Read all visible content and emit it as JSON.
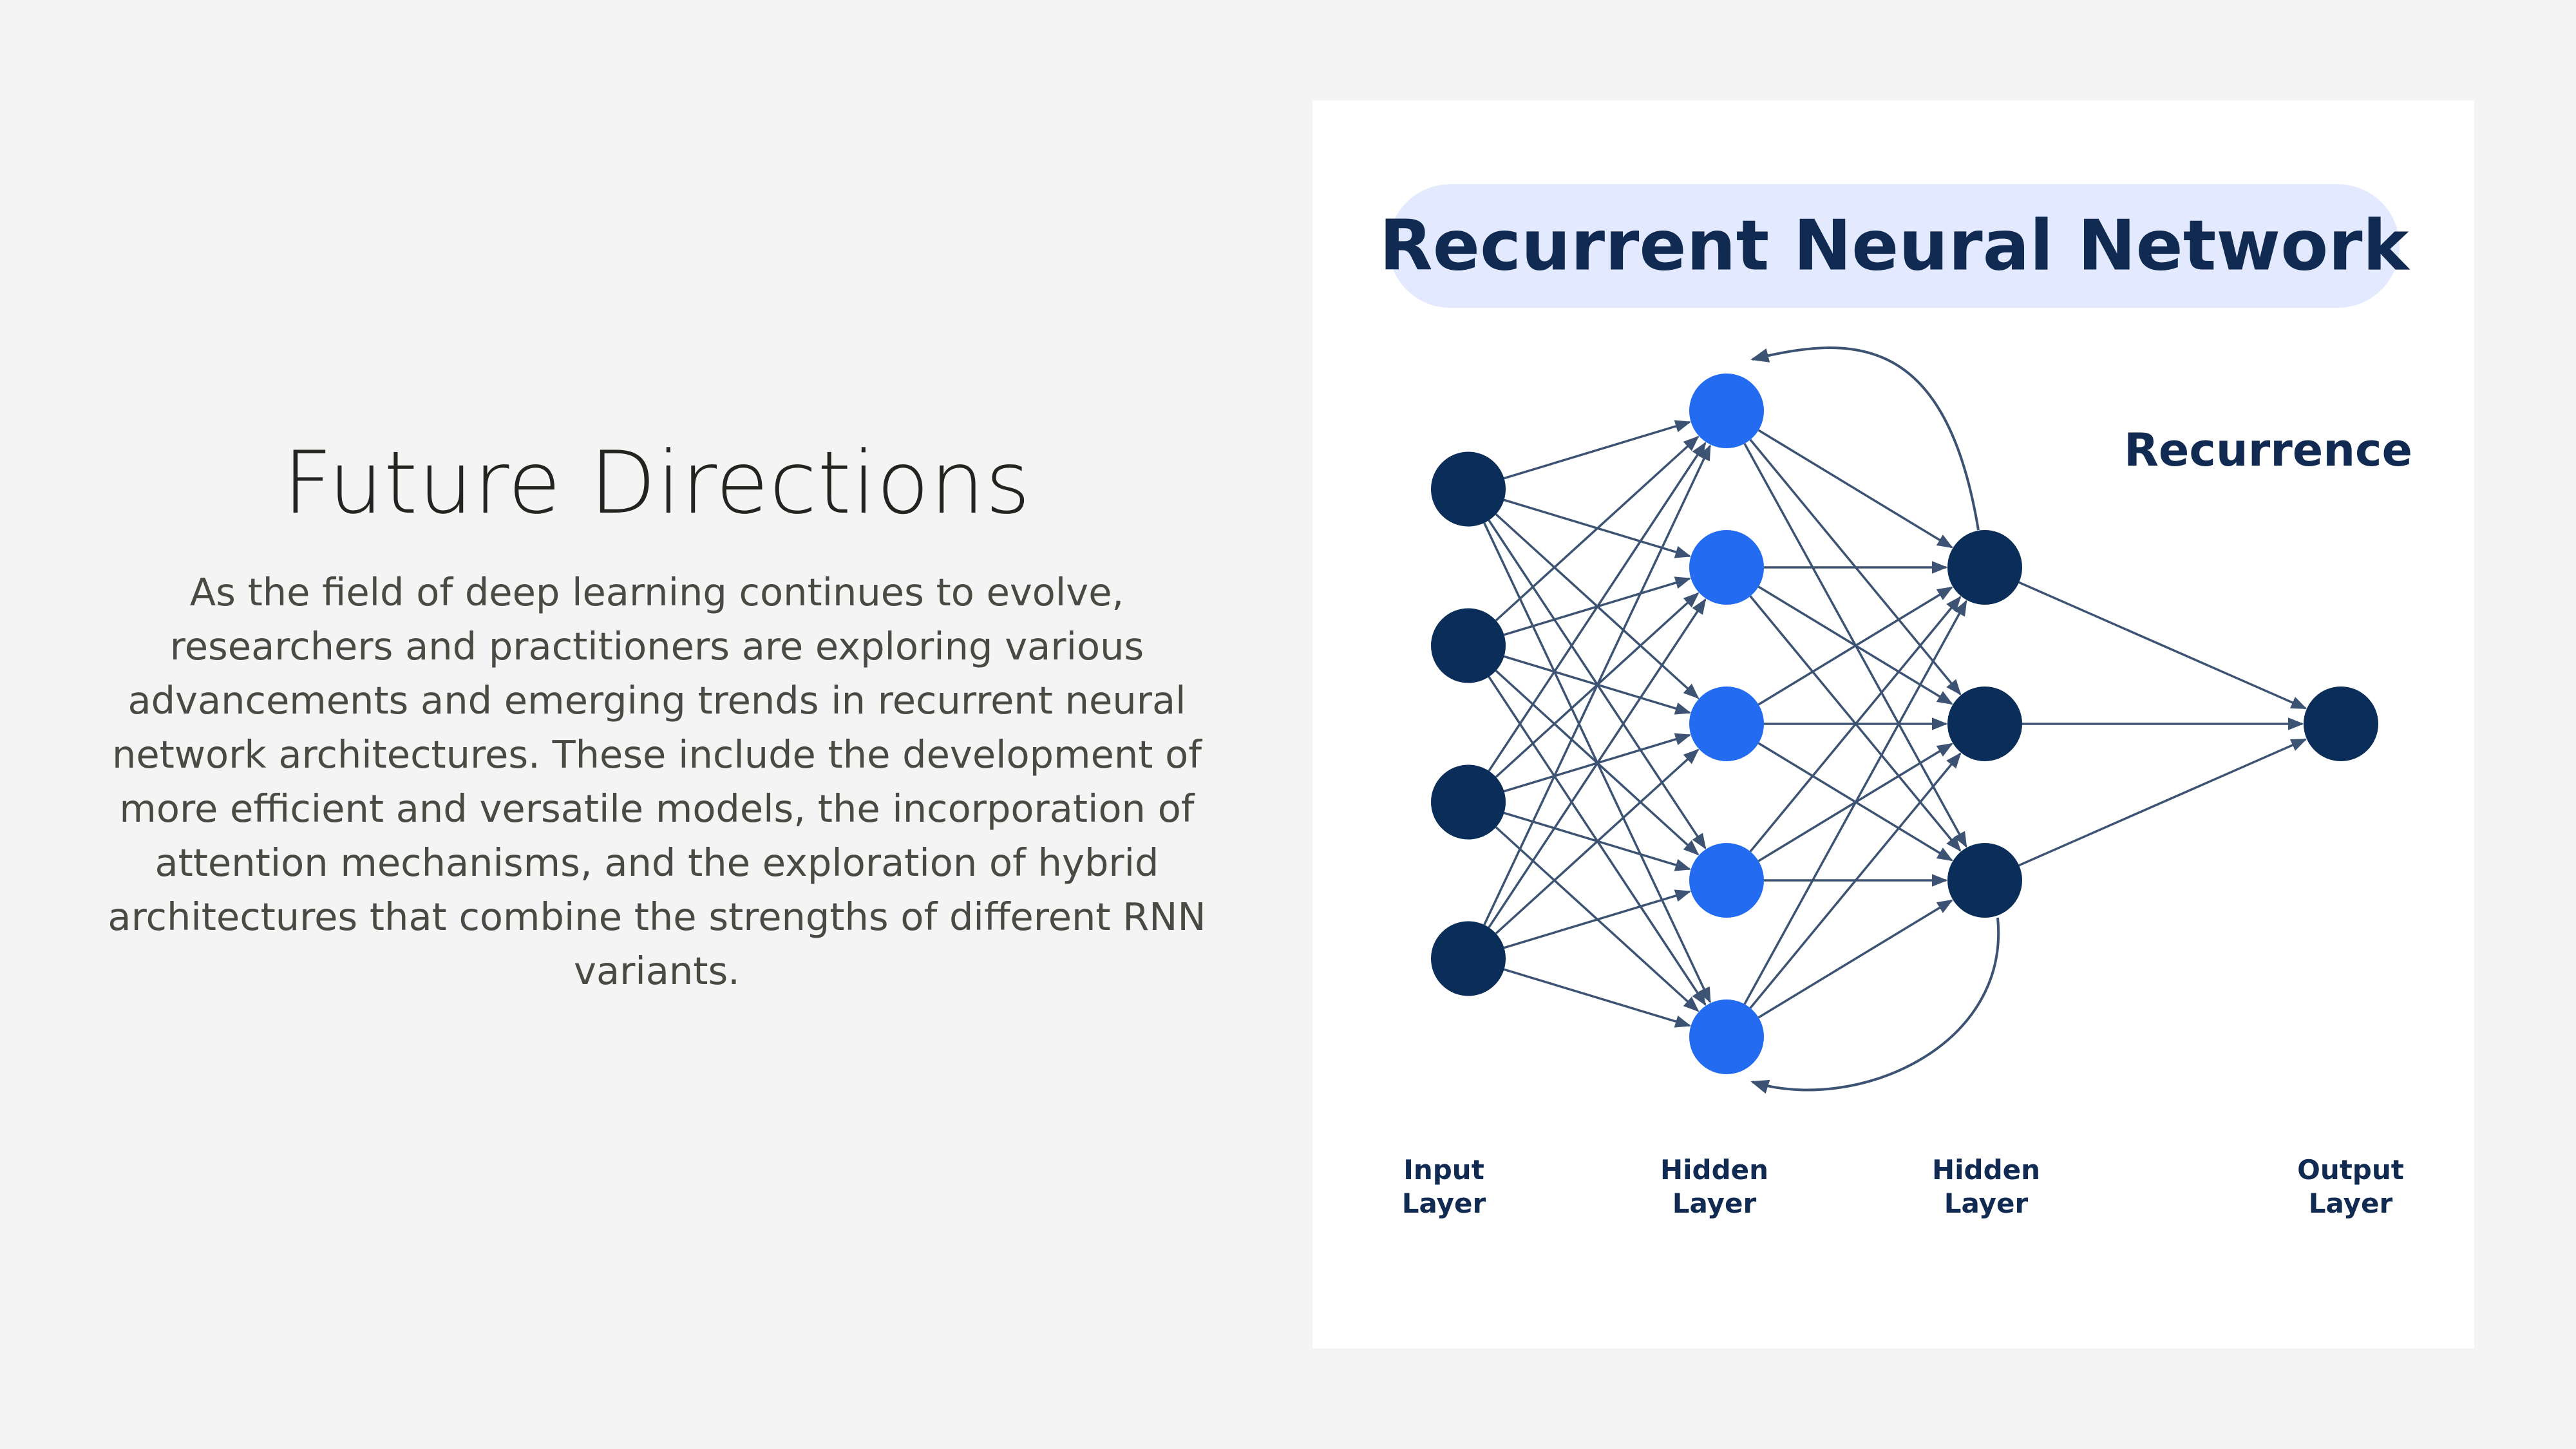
{
  "slide": {
    "title": "Future Directions",
    "body": "As the field of deep learning continues to evolve, researchers and practitioners are exploring various advancements and emerging trends in recurrent neural network architectures. These include the development of more efficient and versatile models, the incorporation of attention mechanisms, and the exploration of hybrid architectures that combine the strengths of different RNN variants."
  },
  "diagram": {
    "title": "Recurrent Neural Network",
    "recurrence_label": "Recurrence",
    "layers": [
      {
        "name_line1": "Input",
        "name_line2": "Layer",
        "node_count": 4,
        "color": "#0b2d59"
      },
      {
        "name_line1": "Hidden",
        "name_line2": "Layer",
        "node_count": 5,
        "color": "#236cf2"
      },
      {
        "name_line1": "Hidden",
        "name_line2": "Layer",
        "node_count": 3,
        "color": "#0b2d59"
      },
      {
        "name_line1": "Output",
        "name_line2": "Layer",
        "node_count": 1,
        "color": "#0b2d59"
      }
    ],
    "colors": {
      "title_background": "#e3eaff",
      "text": "#102a52",
      "edge": "#3d5373"
    }
  }
}
